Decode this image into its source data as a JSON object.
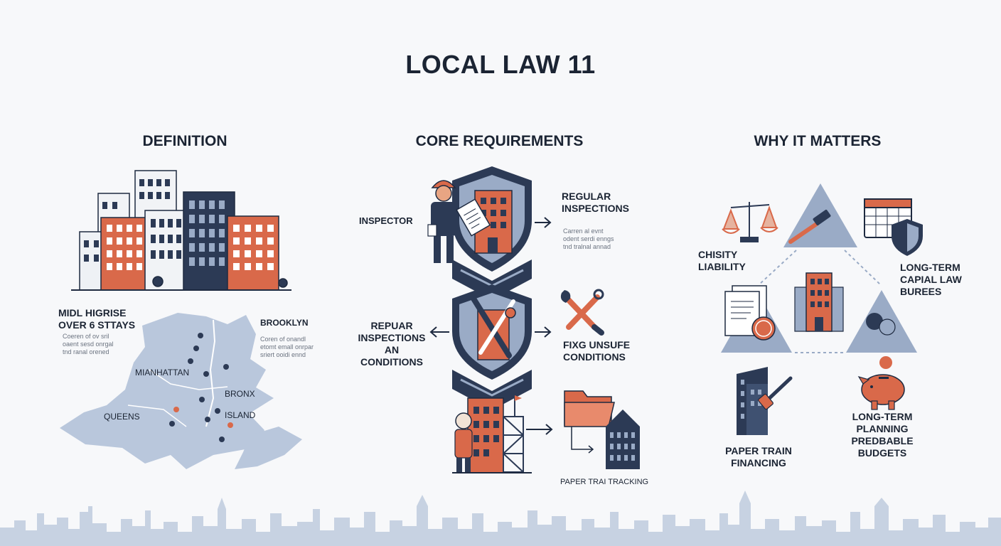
{
  "title": "LOCAL LAW 11",
  "columns": {
    "definition": {
      "heading": "DEFINITION",
      "scope_label": [
        "MIDL HIGRISE",
        "OVER 6 STTAYS"
      ],
      "scope_notes": [
        "Coeren of ov sril",
        "oaent sesd onrgal",
        "tnd ranal orened"
      ],
      "brooklyn_label": "BROOKLYN",
      "brooklyn_notes": [
        "Coren of onandl",
        "etomt emall onrpar",
        "sriert ooidi ennd"
      ],
      "boroughs": {
        "manhattan": "MIANHATTAN",
        "bronx": "BRONX",
        "queens": "QUEENS",
        "island": "ISLAND"
      }
    },
    "core": {
      "heading": "CORE REQUIREMENTS",
      "inspector": "INSPECTOR",
      "regular_inspections": [
        "REGULAR",
        "INSPECTIONS"
      ],
      "regular_notes": [
        "Carren al evnt",
        "odent serdi enngs",
        "tnd tralnal annad"
      ],
      "repair_label": [
        "REPUAR",
        "INSPECTIONS",
        "AN",
        "CONDITIONS"
      ],
      "fix_label": [
        "FIXG UNSUFE",
        "CONDITIONS"
      ],
      "paper_tracking": "PAPER TRAI TRACKING"
    },
    "why": {
      "heading": "WHY IT MATTERS",
      "liability": [
        "CHISITY",
        "LIABILITY"
      ],
      "capital": [
        "LONG-TERM",
        "CAPIAL LAW",
        "BUREES"
      ],
      "financing": [
        "PAPER TRAIN",
        "FINANCING"
      ],
      "planning": [
        "LONG-TERM",
        "PLANNING",
        "PREDBABLE",
        "BUDGETS"
      ]
    }
  },
  "colors": {
    "navy": "#2c3a55",
    "orange": "#d9694a",
    "steel": "#9aabc6",
    "map": "#b9c7dc",
    "skyline": "#c7d2e2"
  },
  "icons": [
    "city-buildings-icon",
    "nyc-map-icon",
    "inspector-icon",
    "shield-icon",
    "tools-icon",
    "scaffold-icon",
    "folder-icon",
    "scales-icon",
    "gavel-icon",
    "calendar-icon",
    "document-icon",
    "piggy-bank-icon",
    "skyline-icon"
  ]
}
